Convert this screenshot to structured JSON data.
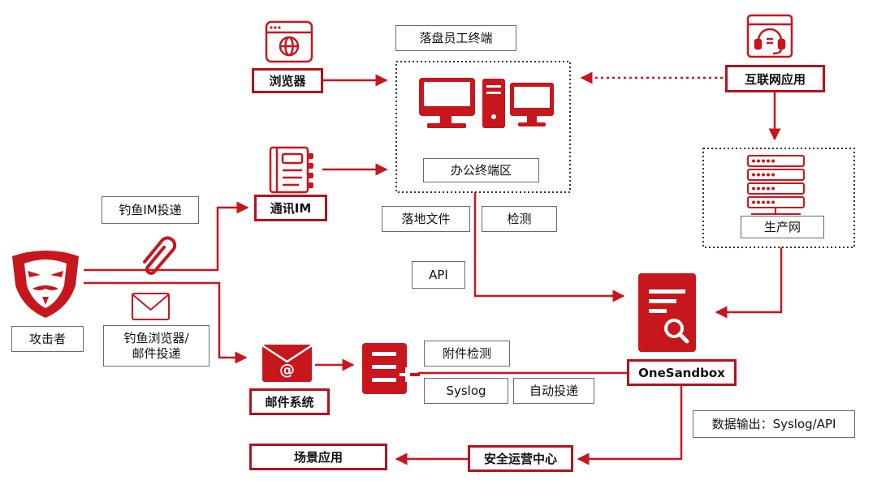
{
  "colors": {
    "accent": "#c8161d",
    "border_red": "#b5121b",
    "dotted": "#333333",
    "text": "#111111"
  },
  "nodes": {
    "attacker": "攻击者",
    "browser": "浏览器",
    "im": "通讯IM",
    "mail_system": "邮件系统",
    "internet_app": "互联网应用",
    "onesandbox": "OneSandbox",
    "soc": "安全运营中心",
    "scenario": "场景应用"
  },
  "zones": {
    "endpoint_title": "落盘员工终端",
    "office_zone": "办公终端区",
    "production": "生产网"
  },
  "labels": {
    "phishing_im": "钓鱼IM投递",
    "phishing_browser_mail_1": "钓鱼浏览器/",
    "phishing_browser_mail_2": "邮件投递",
    "landing_file": "落地文件",
    "detect": "检测",
    "api": "API",
    "attachment_detect": "附件检测",
    "syslog": "Syslog",
    "auto_deliver": "自动投递",
    "data_output": "数据输出：Syslog/API"
  },
  "icons": [
    "browser-icon",
    "notebook-icon",
    "mail-icon",
    "server-add-icon",
    "headset-app-icon",
    "server-rack-icon",
    "sandbox-doc-search-icon",
    "attacker-mask-icon",
    "paperclip-icon",
    "envelope-icon",
    "monitor-icon",
    "desktop-pc-icon"
  ]
}
